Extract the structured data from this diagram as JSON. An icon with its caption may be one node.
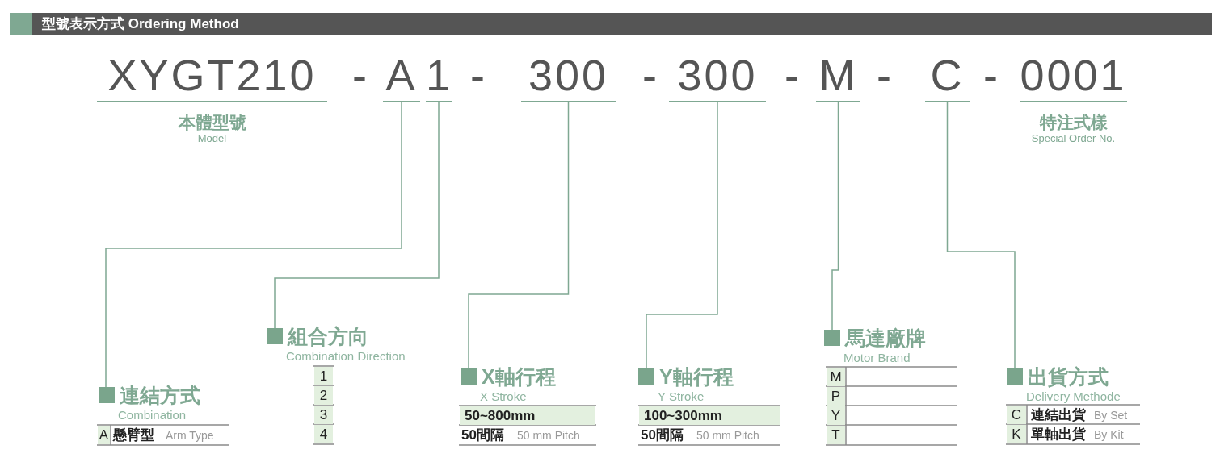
{
  "diagram": {
    "title": "型號表示方式 Ordering Method",
    "nodes": [
      {
        "text": [
          "XYGT210"
        ],
        "beside": [
          "本體型號",
          "Model"
        ]
      },
      {
        "text": [
          "A"
        ]
      },
      {
        "text": [
          "1"
        ]
      },
      {
        "text": [
          "300"
        ]
      },
      {
        "text": [
          "300"
        ]
      },
      {
        "text": [
          "M"
        ]
      },
      {
        "text": [
          "C"
        ]
      },
      {
        "text": [
          "0001"
        ],
        "beside": [
          "特注式樣",
          "Special Order No."
        ]
      },
      {
        "text": [
          "連結方式",
          "Combination"
        ]
      },
      {
        "text": [
          "組合方向",
          "Combination Direction"
        ]
      },
      {
        "text": [
          "X軸行程",
          "X Stroke"
        ]
      },
      {
        "text": [
          "Y軸行程",
          "Y Stroke"
        ]
      },
      {
        "text": [
          "馬達廠牌",
          "Motor Brand"
        ]
      },
      {
        "text": [
          "出貨方式",
          "Delivery Methode"
        ]
      }
    ],
    "edges": [
      {
        "from": 1,
        "to": 8,
        "arrow": "none"
      },
      {
        "from": 2,
        "to": 9,
        "arrow": "none"
      },
      {
        "from": 3,
        "to": 10,
        "arrow": "none"
      },
      {
        "from": 4,
        "to": 11,
        "arrow": "none"
      },
      {
        "from": 5,
        "to": 12,
        "arrow": "none"
      },
      {
        "from": 6,
        "to": 13,
        "arrow": "none"
      }
    ],
    "labels": [
      "-",
      "-",
      "-",
      "-",
      "-",
      "-",
      "A",
      "懸臂型",
      "Arm Type",
      "1",
      "2",
      "3",
      "4",
      "50~800mm",
      "50間隔",
      "50 mm Pitch",
      "100~300mm",
      "50間隔",
      "50 mm Pitch",
      "M",
      "P",
      "Y",
      "T",
      "C",
      "連結出貨",
      "By Set",
      "K",
      "單軸出貨",
      "By Kit"
    ]
  }
}
